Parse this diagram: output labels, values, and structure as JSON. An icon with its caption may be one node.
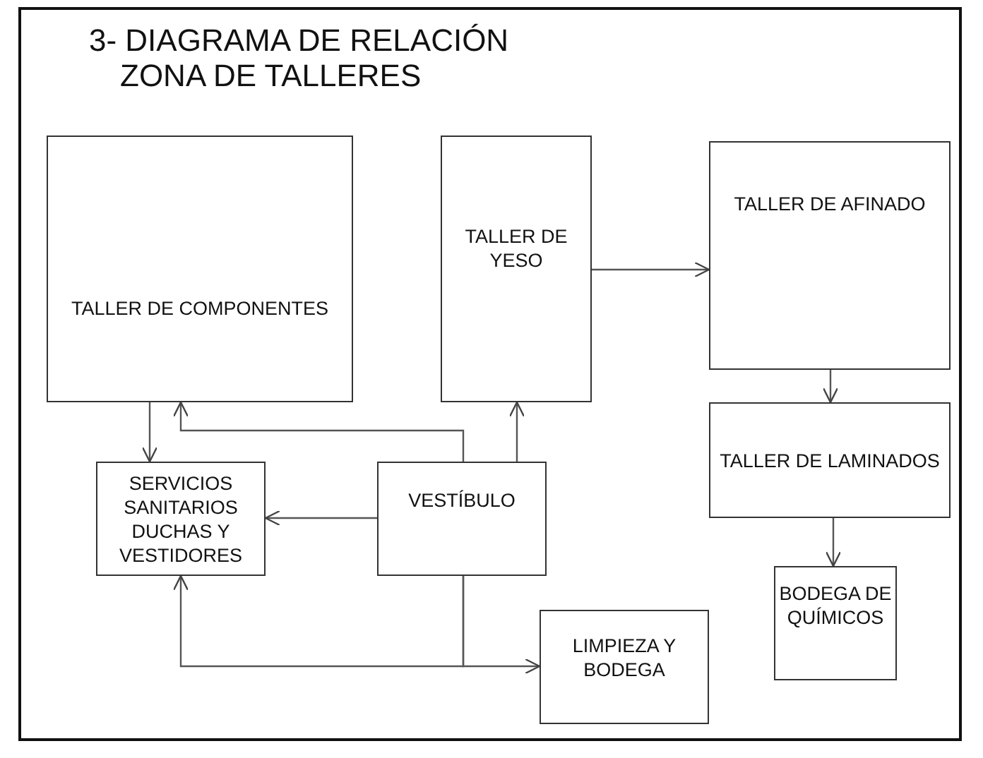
{
  "diagram": {
    "title": "3- DIAGRAMA DE RELACIÓN ZONA DE TALLERES",
    "nodes": [
      {
        "text": [
          "TALLER DE COMPONENTES"
        ]
      },
      {
        "text": [
          "TALLER DE YESO"
        ]
      },
      {
        "text": [
          "TALLER DE AFINADO"
        ]
      },
      {
        "text": [
          "TALLER DE LAMINADOS"
        ]
      },
      {
        "text": [
          "SERVICIOS SANITARIOS DUCHAS Y VESTIDORES"
        ]
      },
      {
        "text": [
          "VESTÍBULO"
        ]
      },
      {
        "text": [
          "LIMPIEZA Y BODEGA"
        ]
      },
      {
        "text": [
          "BODEGA DE QUÍMICOS"
        ]
      }
    ],
    "edges": [
      {
        "from": 0,
        "to": 4,
        "arrow": "to"
      },
      {
        "from": 5,
        "to": 0,
        "arrow": "to"
      },
      {
        "from": 5,
        "to": 1,
        "arrow": "to"
      },
      {
        "from": 5,
        "to": 4,
        "arrow": "to"
      },
      {
        "from": 5,
        "to": 4,
        "arrow": "to"
      },
      {
        "from": 5,
        "to": 6,
        "arrow": "to"
      },
      {
        "from": 1,
        "to": 2,
        "arrow": "to"
      },
      {
        "from": 2,
        "to": 3,
        "arrow": "to"
      },
      {
        "from": 3,
        "to": 7,
        "arrow": "to"
      }
    ]
  }
}
